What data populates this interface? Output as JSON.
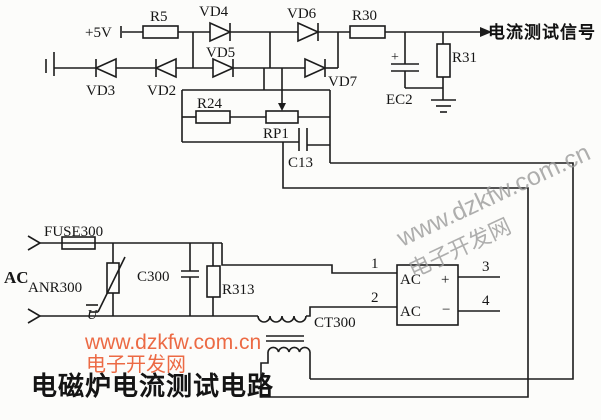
{
  "title": "电磁炉电流测试电路",
  "top_rail": {
    "supply": "+5V",
    "output_signal": "电流测试信号"
  },
  "labels": {
    "r5": "R5",
    "vd4": "VD4",
    "vd5": "VD5",
    "vd6": "VD6",
    "vd7": "VD7",
    "vd3": "VD3",
    "vd2": "VD2",
    "r30": "R30",
    "r31": "R31",
    "ec2": "EC2",
    "ec2_polarity": "+",
    "r24": "R24",
    "rp1": "RP1",
    "c13": "C13",
    "fuse": "FUSE300",
    "varistor": "ANR300",
    "varistor_u": "U",
    "c300": "C300",
    "r313": "R313",
    "ct": "CT300"
  },
  "ac_input_label": "AC",
  "bridge": {
    "pin1": "1",
    "pin2": "2",
    "pin3": "3",
    "pin4": "4",
    "in_top": "AC",
    "in_bottom": "AC",
    "out_plus": "+",
    "out_minus": "−"
  },
  "watermarks": {
    "diagonal_site": "www.dzkfw.com.cn",
    "diagonal_name": "电子开发网",
    "footer_site": "www.dzkfw.com.cn",
    "footer_name": "电子开发网"
  },
  "colors": {
    "line": "#1c1c1c",
    "watermark_orange": "#ec6a44",
    "watermark_gray": "#9b9b9b",
    "paper": "#fcfcfa"
  }
}
